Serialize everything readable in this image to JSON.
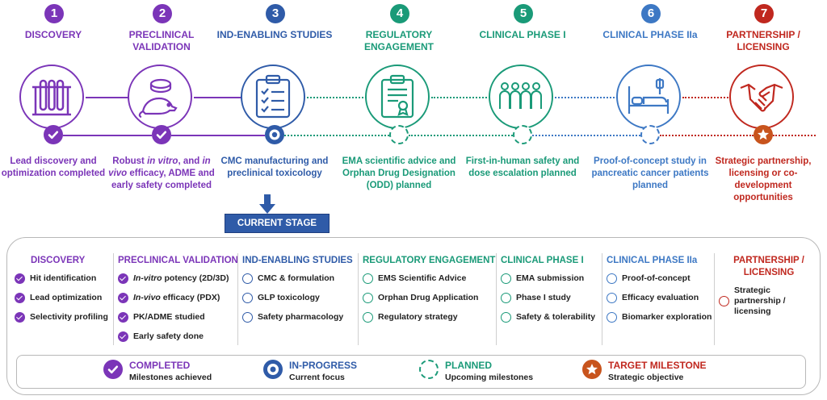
{
  "stages": [
    {
      "number": "1",
      "name": "DISCOVERY",
      "icon": "test-tubes-icon",
      "description": "Lead discovery and optimization completed",
      "status": "completed",
      "color": "#7b35b8"
    },
    {
      "number": "2",
      "name": "PRECLINICAL VALIDATION",
      "icon": "mouse-icon",
      "description_html": "Robust <i>in vitro</i>, and <i>in vivo</i> efficacy, ADME and early safety completed",
      "description": "Robust in vitro, and in vivo efficacy, ADME and early safety completed",
      "status": "completed",
      "color": "#7b35b8"
    },
    {
      "number": "3",
      "name": "IND-ENABLING STUDIES",
      "icon": "checklist-icon",
      "description": "CMC manufacturing and preclinical toxicology",
      "status": "in-progress",
      "color": "#2f5ba8"
    },
    {
      "number": "4",
      "name": "REGULATORY ENGAGEMENT",
      "icon": "certificate-icon",
      "description": "EMA scientific advice and Orphan Drug Designation (ODD) planned",
      "status": "planned",
      "color": "#1a9a78"
    },
    {
      "number": "5",
      "name": "CLINICAL PHASE I",
      "icon": "people-icon",
      "description": "First-in-human safety and dose escalation planned",
      "status": "planned",
      "color": "#1a9a78"
    },
    {
      "number": "6",
      "name": "CLINICAL PHASE IIa",
      "icon": "hospital-bed-icon",
      "description": "Proof-of-concept study in pancreatic cancer patients planned",
      "status": "planned",
      "color": "#3d78c4"
    },
    {
      "number": "7",
      "name": "PARTNERSHIP / LICENSING",
      "icon": "handshake-icon",
      "description": "Strategic partnership, licensing or co-development opportunities",
      "status": "target",
      "color": "#c0281f"
    }
  ],
  "current_stage_label": "CURRENT STAGE",
  "panel": [
    {
      "title": "DISCOVERY",
      "color": "#7b35b8",
      "status": "completed",
      "items": [
        "Hit identification",
        "Lead optimization",
        "Selectivity profiling"
      ]
    },
    {
      "title": "PRECLINICAL VALIDATION",
      "color": "#7b35b8",
      "status": "completed",
      "items": [
        "In-vitro potency (2D/3D)",
        "In-vivo efficacy (PDX)",
        "PK/ADME studied",
        "Early safety done"
      ],
      "items_html": [
        "<i>In-vitro</i> potency (2D/3D)",
        "<i>In-vivo</i> efficacy (PDX)",
        "PK/ADME studied",
        "Early safety done"
      ]
    },
    {
      "title": "IND-ENABLING STUDIES",
      "color": "#2f5ba8",
      "status": "open",
      "items": [
        "CMC & formulation",
        "GLP toxicology",
        "Safety pharmacology"
      ]
    },
    {
      "title": "REGULATORY ENGAGEMENT",
      "color": "#1a9a78",
      "status": "open",
      "items": [
        "EMS Scientific Advice",
        "Orphan Drug Application",
        "Regulatory strategy"
      ]
    },
    {
      "title": "CLINICAL PHASE I",
      "color": "#1a9a78",
      "status": "open",
      "items": [
        "EMA submission",
        "Phase I study",
        "Safety & tolerability"
      ]
    },
    {
      "title": "CLINICAL PHASE IIa",
      "color": "#3d78c4",
      "status": "open",
      "items": [
        "Proof-of-concept",
        "Efficacy evaluation",
        "Biomarker exploration"
      ]
    },
    {
      "title": "PARTNERSHIP / LICENSING",
      "color": "#c0281f",
      "status": "open",
      "items": [
        "Strategic partnership / licensing"
      ]
    }
  ],
  "legend": [
    {
      "title": "COMPLETED",
      "subtitle": "Milestones achieved",
      "color": "#7b35b8",
      "icon": "check-circle-icon"
    },
    {
      "title": "IN-PROGRESS",
      "subtitle": "Current focus",
      "color": "#2f5ba8",
      "icon": "ring-icon"
    },
    {
      "title": "PLANNED",
      "subtitle": "Upcoming milestones",
      "color": "#1a9a78",
      "icon": "dashed-circle-icon"
    },
    {
      "title": "TARGET MILESTONE",
      "subtitle": "Strategic objective",
      "color": "#c0281f",
      "icon": "star-icon"
    }
  ]
}
